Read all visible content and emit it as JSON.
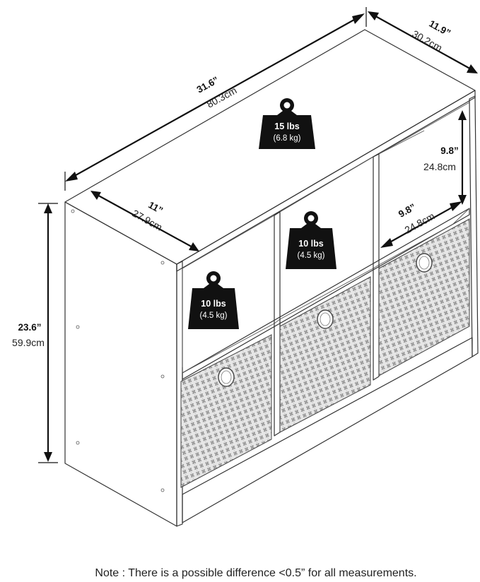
{
  "dimensions": {
    "width": {
      "imperial": "31.6”",
      "metric": "80.3cm"
    },
    "depth": {
      "imperial": "11.9”",
      "metric": "30.2cm"
    },
    "height": {
      "imperial": "23.6”",
      "metric": "59.9cm"
    },
    "cube_width": {
      "imperial": "11”",
      "metric": "27.9cm"
    },
    "cube_height": {
      "imperial": "9.8”",
      "metric": "24.8cm"
    },
    "cube_depth": {
      "imperial": "9.8”",
      "metric": "24.8cm"
    }
  },
  "weights": {
    "top": {
      "lbs": "15 lbs",
      "kg": "(6.8 kg)"
    },
    "shelf_1": {
      "lbs": "10 lbs",
      "kg": "(4.5 kg)"
    },
    "shelf_2": {
      "lbs": "10 lbs",
      "kg": "(4.5 kg)"
    }
  },
  "note": "Note : There is a possible difference <0.5” for all measurements."
}
